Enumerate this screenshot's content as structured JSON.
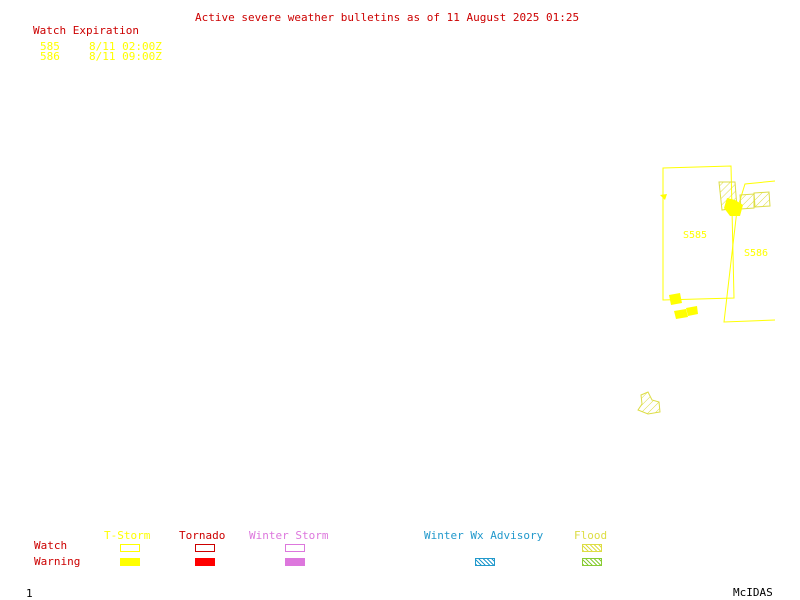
{
  "title": "Active severe weather bulletins as of 11 August 2025 01:25",
  "watch_list": {
    "header": "Watch Expiration",
    "rows": [
      {
        "id": "585",
        "expires": "8/11 02:00Z"
      },
      {
        "id": "586",
        "expires": "8/11 09:00Z"
      }
    ]
  },
  "map": {
    "watch_labels": [
      "S585",
      "S586"
    ]
  },
  "legend": {
    "row_watch": "Watch",
    "row_warning": "Warning",
    "tstorm": "T-Storm",
    "tornado": "Tornado",
    "winter_storm": "Winter Storm",
    "winter_advisory": "Winter Wx Advisory",
    "flood": "Flood"
  },
  "colors": {
    "tstorm": "#ffff00",
    "tornado": "#ff0000",
    "winter_storm": "#dd77dd",
    "winter_advisory": "#2299cc",
    "flood": "#88cc33",
    "text_red": "#cc0000"
  },
  "footer": {
    "frame_number": "1",
    "brand": "McIDAS"
  }
}
